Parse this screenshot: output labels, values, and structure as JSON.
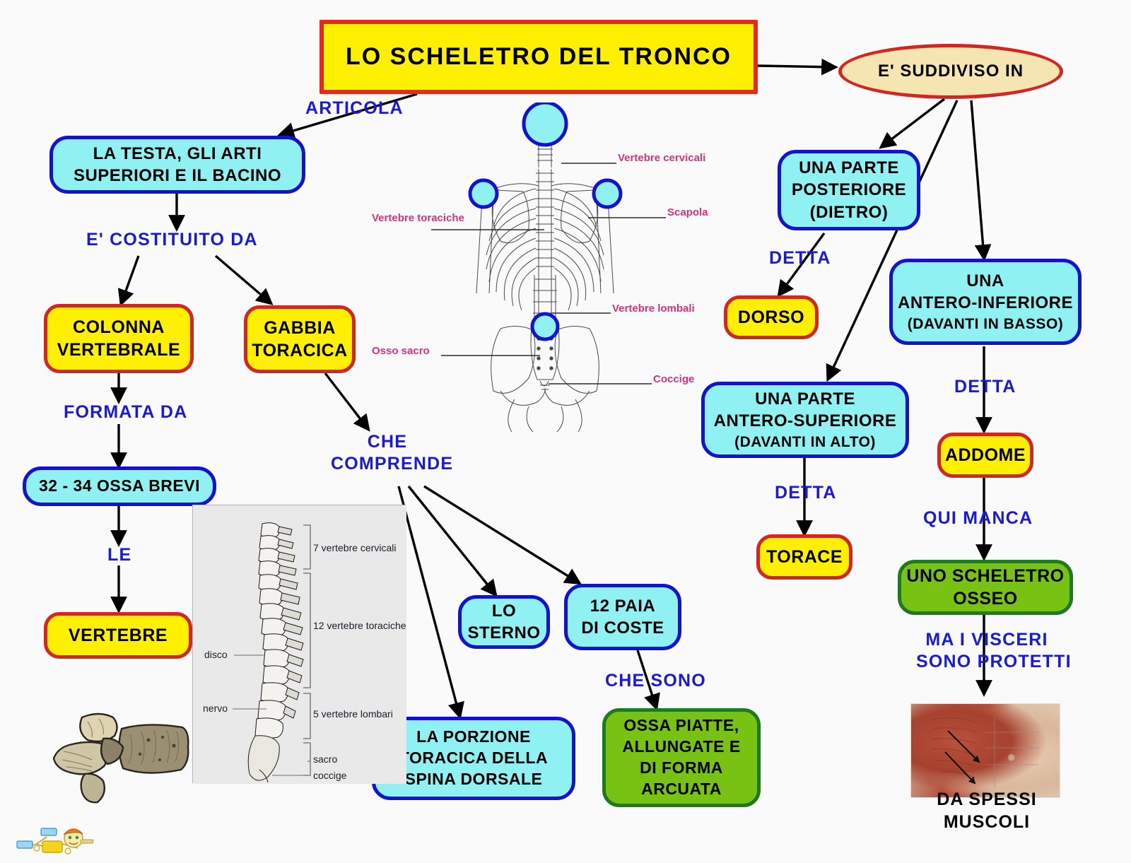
{
  "diagram": {
    "title": "LO   SCHELETRO   DEL   TRONCO",
    "background_color": "#fafafa"
  },
  "nodes": {
    "title": {
      "label": "LO   SCHELETRO   DEL   TRONCO",
      "fill": "#ffef00",
      "stroke": "#e8281e"
    },
    "suddiviso": {
      "label": "E'   SUDDIVISO   IN",
      "fill": "#f5e5b0",
      "stroke": "#d42620"
    },
    "testa_arti": {
      "line1": "LA   TESTA,   GLI   ARTI",
      "line2": "SUPERIORI   E  IL   BACINO",
      "fill": "#8ff1f1",
      "stroke": "#1313cf"
    },
    "colonna": {
      "line1": "COLONNA",
      "line2": "VERTEBRALE",
      "fill": "#ffef00",
      "stroke": "#d42620"
    },
    "gabbia": {
      "line1": "GABBIA",
      "line2": "TORACICA",
      "fill": "#ffef00",
      "stroke": "#d42620"
    },
    "ossa_brevi": {
      "label": "32 -  34   OSSA    BREVI",
      "fill": "#8ff1f1",
      "stroke": "#1313cf"
    },
    "vertebre": {
      "label": "VERTEBRE",
      "fill": "#ffef00",
      "stroke": "#d42620"
    },
    "sterno": {
      "line1": "LO",
      "line2": "STERNO",
      "fill": "#8ff1f1",
      "stroke": "#1313cf"
    },
    "coste": {
      "line1": "12   PAIA",
      "line2": "DI   COSTE",
      "fill": "#8ff1f1",
      "stroke": "#1313cf"
    },
    "porzione": {
      "line1": "LA    PORZIONE",
      "line2": "TORACICA    DELLA",
      "line3": "SPINA    DORSALE",
      "fill": "#8ff1f1",
      "stroke": "#1313cf"
    },
    "ossa_piatte": {
      "line1": "OSSA    PIATTE,",
      "line2": "ALLUNGATE    E",
      "line3": "DI   FORMA",
      "line4": "ARCUATA",
      "fill": "#78c214",
      "stroke": "#1d7a1d"
    },
    "posteriore": {
      "line1": "UNA    PARTE",
      "line2": "POSTERIORE",
      "line3": "(DIETRO)",
      "fill": "#8ff1f1",
      "stroke": "#1313cf"
    },
    "dorso": {
      "label": "DORSO",
      "fill": "#ffef00",
      "stroke": "#d42620"
    },
    "antero_superiore": {
      "line1": "UNA    PARTE",
      "line2": "ANTERO-SUPERIORE",
      "line3": "(DAVANTI   IN   ALTO)",
      "fill": "#8ff1f1",
      "stroke": "#1313cf"
    },
    "torace": {
      "label": "TORACE",
      "fill": "#ffef00",
      "stroke": "#d42620"
    },
    "antero_inferiore": {
      "line1": "UNA",
      "line2": "ANTERO-INFERIORE",
      "line3": "(DAVANTI   IN   BASSO)",
      "fill": "#8ff1f1",
      "stroke": "#1313cf"
    },
    "addome": {
      "label": "ADDOME",
      "fill": "#ffef00",
      "stroke": "#d42620"
    },
    "scheletro_osseo": {
      "line1": "UNO    SCHELETRO",
      "line2": "OSSEO",
      "fill": "#78c214",
      "stroke": "#1d7a1d"
    }
  },
  "connector_labels": {
    "articola": "ARTICOLA",
    "costituito": "E'   COSTITUITO   DA",
    "formata": "FORMATA   DA",
    "le": "LE",
    "che_comprende_l1": "CHE",
    "che_comprende_l2": "COMPRENDE",
    "che_sono": "CHE   SONO",
    "detta_dorso": "DETTA",
    "detta_torace": "DETTA",
    "detta_addome": "DETTA",
    "qui_manca": "QUI    MANCA",
    "ma_visceri_l1": "MA  I    VISCERI",
    "ma_visceri_l2": "SONO    PROTETTI",
    "da_spessi_muscoli": "DA    SPESSI    MUSCOLI",
    "color": "#1919d8"
  },
  "skeleton_figure": {
    "labels": [
      "Vertebre cervicali",
      "Scapola",
      "Vertebre toraciche",
      "Vertebre lombali",
      "Osso sacro",
      "Coccige"
    ],
    "label_color": "#d6337d",
    "highlight_circle_fill": "#8ff1f1",
    "highlight_circle_stroke": "#1313cf"
  },
  "spine_figure": {
    "labels": [
      "7 vertebre cervicali",
      "12 vertebre toraciche",
      "5 vertebre lombari",
      "sacro",
      "coccige",
      "disco",
      "nervo"
    ],
    "background": "#e9e9e9"
  }
}
